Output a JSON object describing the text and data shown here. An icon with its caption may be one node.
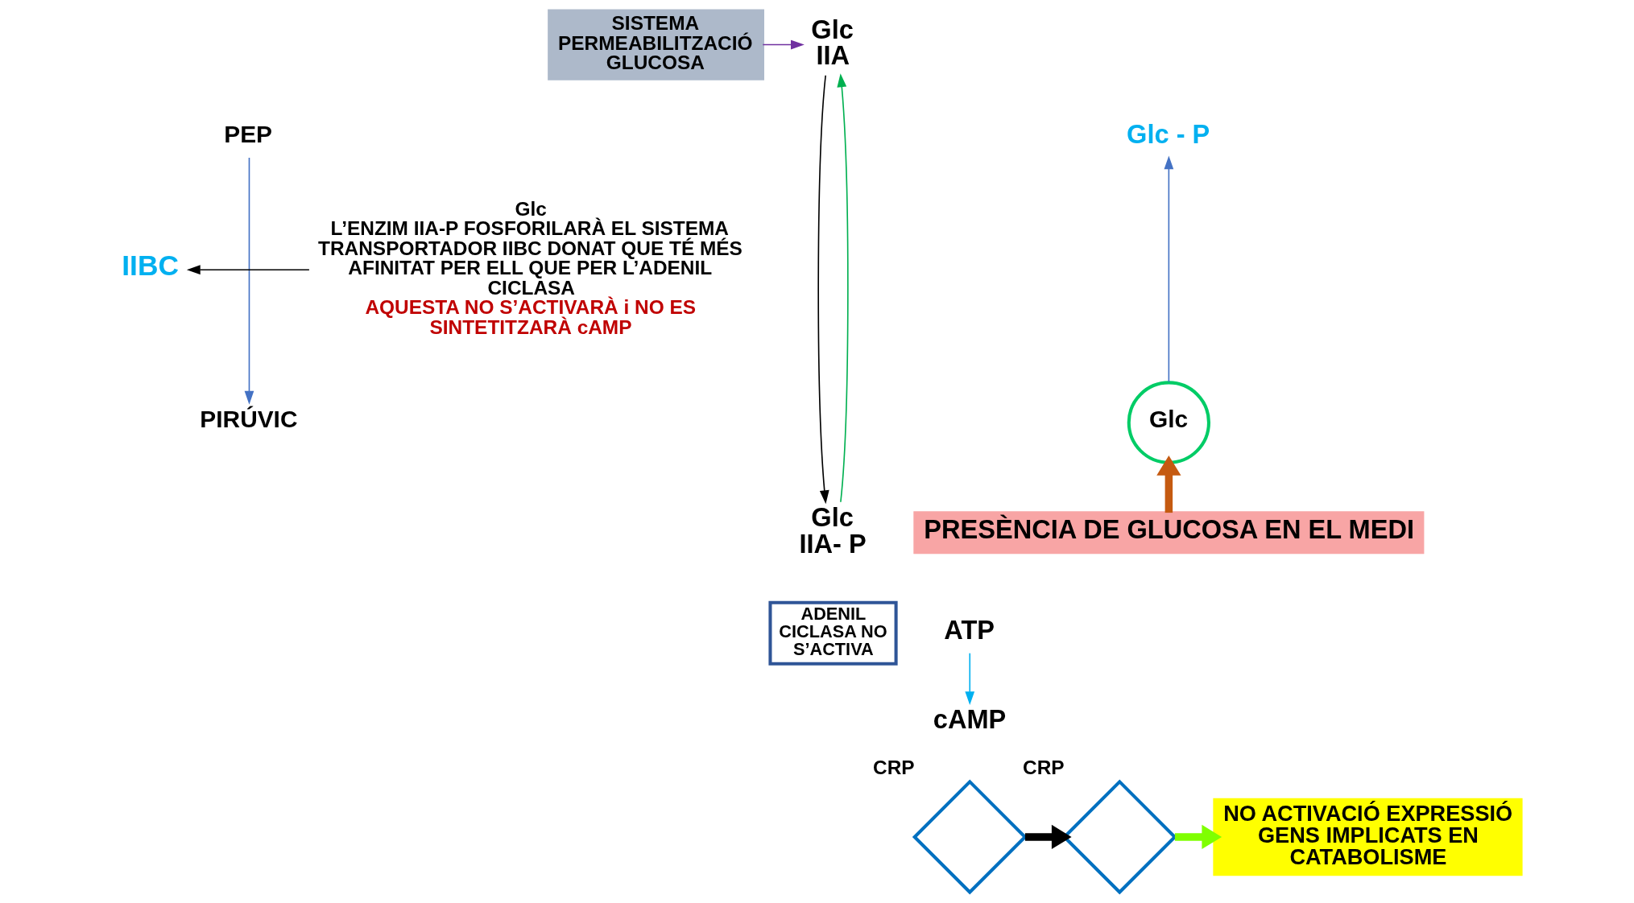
{
  "diagram": {
    "nodes": [
      {
        "text": [
          "SISTEMA PERMEABILITZACIÓ GLUCOSA"
        ]
      },
      {
        "text": [
          "Glc",
          "IIA"
        ]
      },
      {
        "text": [
          "PEP"
        ]
      },
      {
        "text": [
          "PIRÚVIC"
        ]
      },
      {
        "text": [
          "Glc - P"
        ]
      },
      {
        "text": [
          "IIBC"
        ]
      },
      {
        "text": [
          "Glc"
        ]
      },
      {
        "text": [
          "Glc",
          "IIA- P"
        ]
      },
      {
        "text": [
          "Glc",
          "L’ENZIM IIA-P FOSFORILARÀ EL SISTEMA TRANSPORTADOR IIBC DONAT QUE TÉ MÉS AFINITAT PER ELL QUE PER L’ADENIL CICLASA",
          "AQUESTA NO S’ACTIVARÀ i NO ES SINTETITZARÀ cAMP"
        ]
      },
      {
        "text": [
          "PRESÈNCIA DE GLUCOSA EN EL MEDI"
        ]
      },
      {
        "text": [
          "ADENIL CICLASA NO S’ACTIVA"
        ]
      },
      {
        "text": [
          "ATP"
        ]
      },
      {
        "text": [
          "cAMP"
        ]
      },
      {
        "text": [],
        "shape": "diamond",
        "beside": [
          "CRP"
        ]
      },
      {
        "text": [],
        "shape": "diamond",
        "beside": [
          "CRP"
        ]
      },
      {
        "text": [
          "NO ACTIVACIÓ EXPRESSIÓ GENS IMPLICATS EN CATABOLISME"
        ]
      }
    ],
    "edges": [
      {
        "from": 0,
        "to": 1,
        "arrow": "to",
        "color": "#7030a0"
      },
      {
        "from": 1,
        "to": 7,
        "arrow": "to"
      },
      {
        "from": 7,
        "to": 1,
        "arrow": "to",
        "color": "#00b050"
      },
      {
        "from": 2,
        "to": 3,
        "arrow": "to",
        "color": "#4472c4"
      },
      {
        "from": 6,
        "to": 4,
        "arrow": "to",
        "color": "#4472c4"
      },
      {
        "from": 8,
        "to": 5,
        "arrow": "to"
      },
      {
        "from": 9,
        "to": 6,
        "arrow": "to",
        "style": "thick",
        "color": "#c55a11"
      },
      {
        "from": 11,
        "to": 12,
        "arrow": "to",
        "color": "#00b0f0"
      },
      {
        "from": 13,
        "to": 14,
        "arrow": "to",
        "style": "thick"
      },
      {
        "from": 14,
        "to": 15,
        "arrow": "to",
        "style": "thick",
        "color": "#7fff00"
      }
    ]
  }
}
